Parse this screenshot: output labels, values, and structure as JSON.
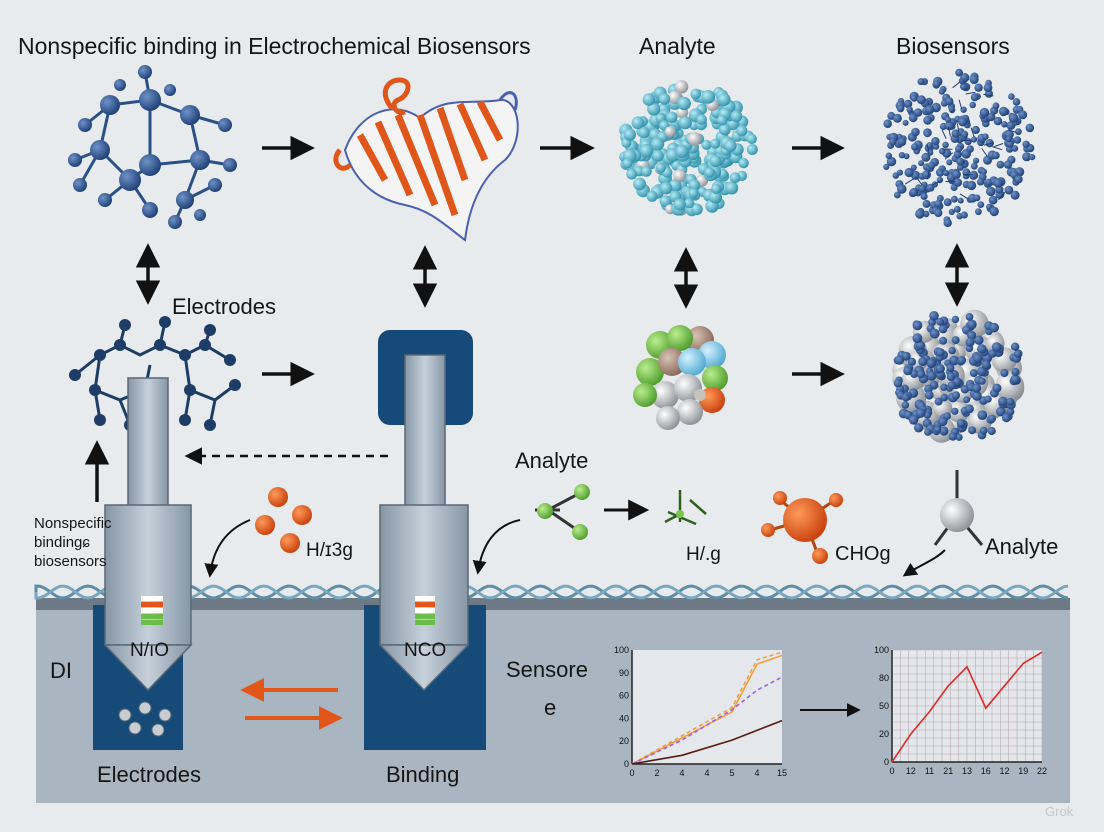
{
  "labels": {
    "main_title": "Nonspecific binding in Electrochemical Biosensors",
    "analyte_top": "Analyte",
    "biosensors_top": "Biosensors",
    "electrodes_mid": "Electrodes",
    "analyte_mid": "Analyte",
    "nonspecific_line1": "Nonspecific",
    "nonspecific_line2": "bindingɕ",
    "nonspecific_line3": "biosensors",
    "formula_h_left": "H/ɪ3g",
    "formula_h_mid": "H/.g",
    "formula_cho": "CHOg",
    "analyte_right": "Analyte",
    "di_label": "DI",
    "electrode_left_text": "N/ıO",
    "electrode_right_text": "NCO",
    "electrodes_bottom": "Electrodes",
    "binding_bottom": "Binding",
    "sensore_line1": "Sensore",
    "sensore_line2": "e",
    "watermark": "Grok"
  },
  "colors": {
    "background": "#e8ebee",
    "substrate": "#a9b6c2",
    "electrode_navy": "#164a78",
    "molecule_blue": "#2a5088",
    "analyte_cyan": "#5cb8cf",
    "accent_orange": "#e2561a",
    "helix_teal": "#5e8da5"
  },
  "chart_data": [
    {
      "type": "line",
      "x": [
        "0",
        "2",
        "4",
        "4",
        "5",
        "4",
        "15"
      ],
      "ytick_labels": [
        "100",
        "90",
        "60",
        "40",
        "20",
        "0"
      ],
      "series": [
        {
          "color": "#f0a040",
          "values": [
            [
              0,
              0
            ],
            [
              4,
              48
            ],
            [
              5,
              92
            ],
            [
              6,
              100
            ]
          ]
        },
        {
          "color": "#f0a040",
          "style": "dashed",
          "values": [
            [
              0,
              0
            ],
            [
              4,
              52
            ],
            [
              5,
              96
            ],
            [
              6,
              103
            ]
          ]
        },
        {
          "color": "#a060e0",
          "style": "dashed",
          "values": [
            [
              0,
              0
            ],
            [
              2,
              22
            ],
            [
              4,
              50
            ],
            [
              5,
              68
            ],
            [
              6,
              80
            ]
          ]
        },
        {
          "color": "#5a1a10",
          "values": [
            [
              0,
              0
            ],
            [
              2,
              8
            ],
            [
              4,
              22
            ],
            [
              6,
              40
            ]
          ]
        }
      ]
    },
    {
      "type": "line",
      "x": [
        "0",
        "12",
        "11",
        "21",
        "13",
        "16",
        "12",
        "19",
        "22"
      ],
      "ytick_labels": [
        "100",
        "80",
        "50",
        "20",
        "0"
      ],
      "grid": true,
      "series": [
        {
          "color": "#e02a2a",
          "values": [
            [
              0,
              0
            ],
            [
              1,
              25
            ],
            [
              2,
              45
            ],
            [
              3,
              68
            ],
            [
              4,
              85
            ],
            [
              5,
              48
            ],
            [
              6,
              68
            ],
            [
              7,
              88
            ],
            [
              8,
              98
            ]
          ]
        }
      ]
    }
  ]
}
